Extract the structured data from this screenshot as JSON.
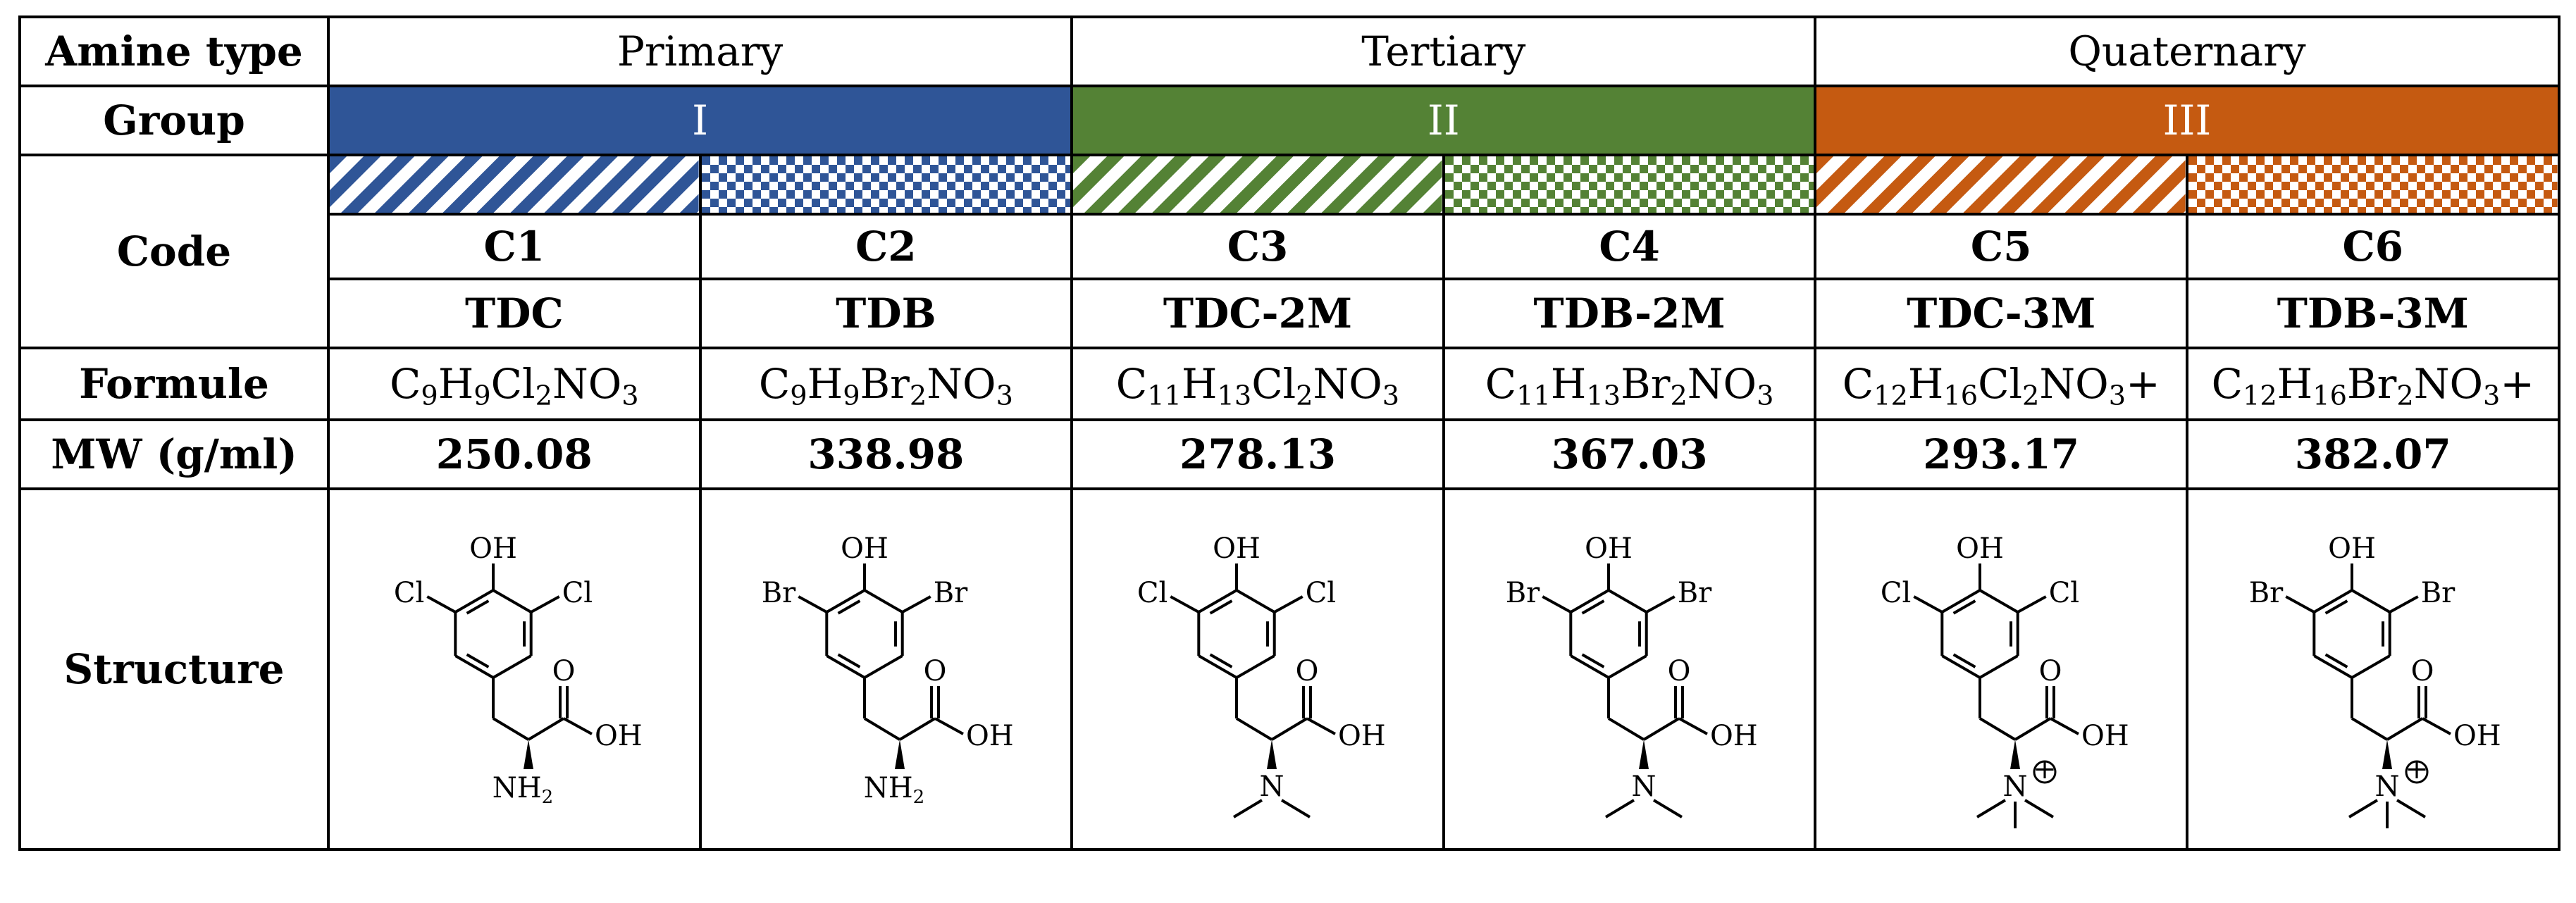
{
  "table": {
    "row_labels": {
      "amine_type": "Amine type",
      "group": "Group",
      "code": "Code",
      "formula": "Formule",
      "mw": "MW (g/ml)",
      "structure": "Structure"
    },
    "amine_types": [
      "Primary",
      "Tertiary",
      "Quaternary"
    ],
    "groups": [
      {
        "label": "I",
        "color": "#2F5597"
      },
      {
        "label": "II",
        "color": "#548235"
      },
      {
        "label": "III",
        "color": "#C55A11"
      }
    ],
    "compounds": [
      {
        "code": "C1",
        "abbr": "TDC",
        "formula": [
          {
            "t": "C"
          },
          {
            "s": "9"
          },
          {
            "t": "H"
          },
          {
            "s": "9"
          },
          {
            "t": "Cl"
          },
          {
            "s": "2"
          },
          {
            "t": "NO"
          },
          {
            "s": "3"
          }
        ],
        "mw": "250.08",
        "pattern": "stripes",
        "color": "#2F5597",
        "halogen": "Cl",
        "amine": "NH2"
      },
      {
        "code": "C2",
        "abbr": "TDB",
        "formula": [
          {
            "t": "C"
          },
          {
            "s": "9"
          },
          {
            "t": "H"
          },
          {
            "s": "9"
          },
          {
            "t": "Br"
          },
          {
            "s": "2"
          },
          {
            "t": "NO"
          },
          {
            "s": "3"
          }
        ],
        "mw": "338.98",
        "pattern": "checker",
        "color": "#2F5597",
        "halogen": "Br",
        "amine": "NH2"
      },
      {
        "code": "C3",
        "abbr": "TDC-2M",
        "formula": [
          {
            "t": "C"
          },
          {
            "s": "11"
          },
          {
            "t": "H"
          },
          {
            "s": "13"
          },
          {
            "t": "Cl"
          },
          {
            "s": "2"
          },
          {
            "t": "NO"
          },
          {
            "s": "3"
          }
        ],
        "mw": "278.13",
        "pattern": "stripes",
        "color": "#548235",
        "halogen": "Cl",
        "amine": "NMe2"
      },
      {
        "code": "C4",
        "abbr": "TDB-2M",
        "formula": [
          {
            "t": "C"
          },
          {
            "s": "11"
          },
          {
            "t": "H"
          },
          {
            "s": "13"
          },
          {
            "t": "Br"
          },
          {
            "s": "2"
          },
          {
            "t": "NO"
          },
          {
            "s": "3"
          }
        ],
        "mw": "367.03",
        "pattern": "checker",
        "color": "#548235",
        "halogen": "Br",
        "amine": "NMe2"
      },
      {
        "code": "C5",
        "abbr": "TDC-3M",
        "formula": [
          {
            "t": "C"
          },
          {
            "s": "12"
          },
          {
            "t": "H"
          },
          {
            "s": "16"
          },
          {
            "t": "Cl"
          },
          {
            "s": "2"
          },
          {
            "t": "NO"
          },
          {
            "s": "3"
          },
          {
            "t": "+"
          }
        ],
        "mw": "293.17",
        "pattern": "stripes",
        "color": "#C55A11",
        "halogen": "Cl",
        "amine": "NMe3+"
      },
      {
        "code": "C6",
        "abbr": "TDB-3M",
        "formula": [
          {
            "t": "C"
          },
          {
            "s": "12"
          },
          {
            "t": "H"
          },
          {
            "s": "16"
          },
          {
            "t": "Br"
          },
          {
            "s": "2"
          },
          {
            "t": "NO"
          },
          {
            "s": "3"
          },
          {
            "t": "+"
          }
        ],
        "mw": "382.07",
        "pattern": "checker",
        "color": "#C55A11",
        "halogen": "Br",
        "amine": "NMe3+"
      }
    ],
    "structure_text": {
      "oh_top": "OH",
      "carbonyl_o": "O",
      "acid_oh": "OH",
      "nh2_n": "NH",
      "nh2_sub": "2",
      "n": "N",
      "plus": "+"
    }
  }
}
